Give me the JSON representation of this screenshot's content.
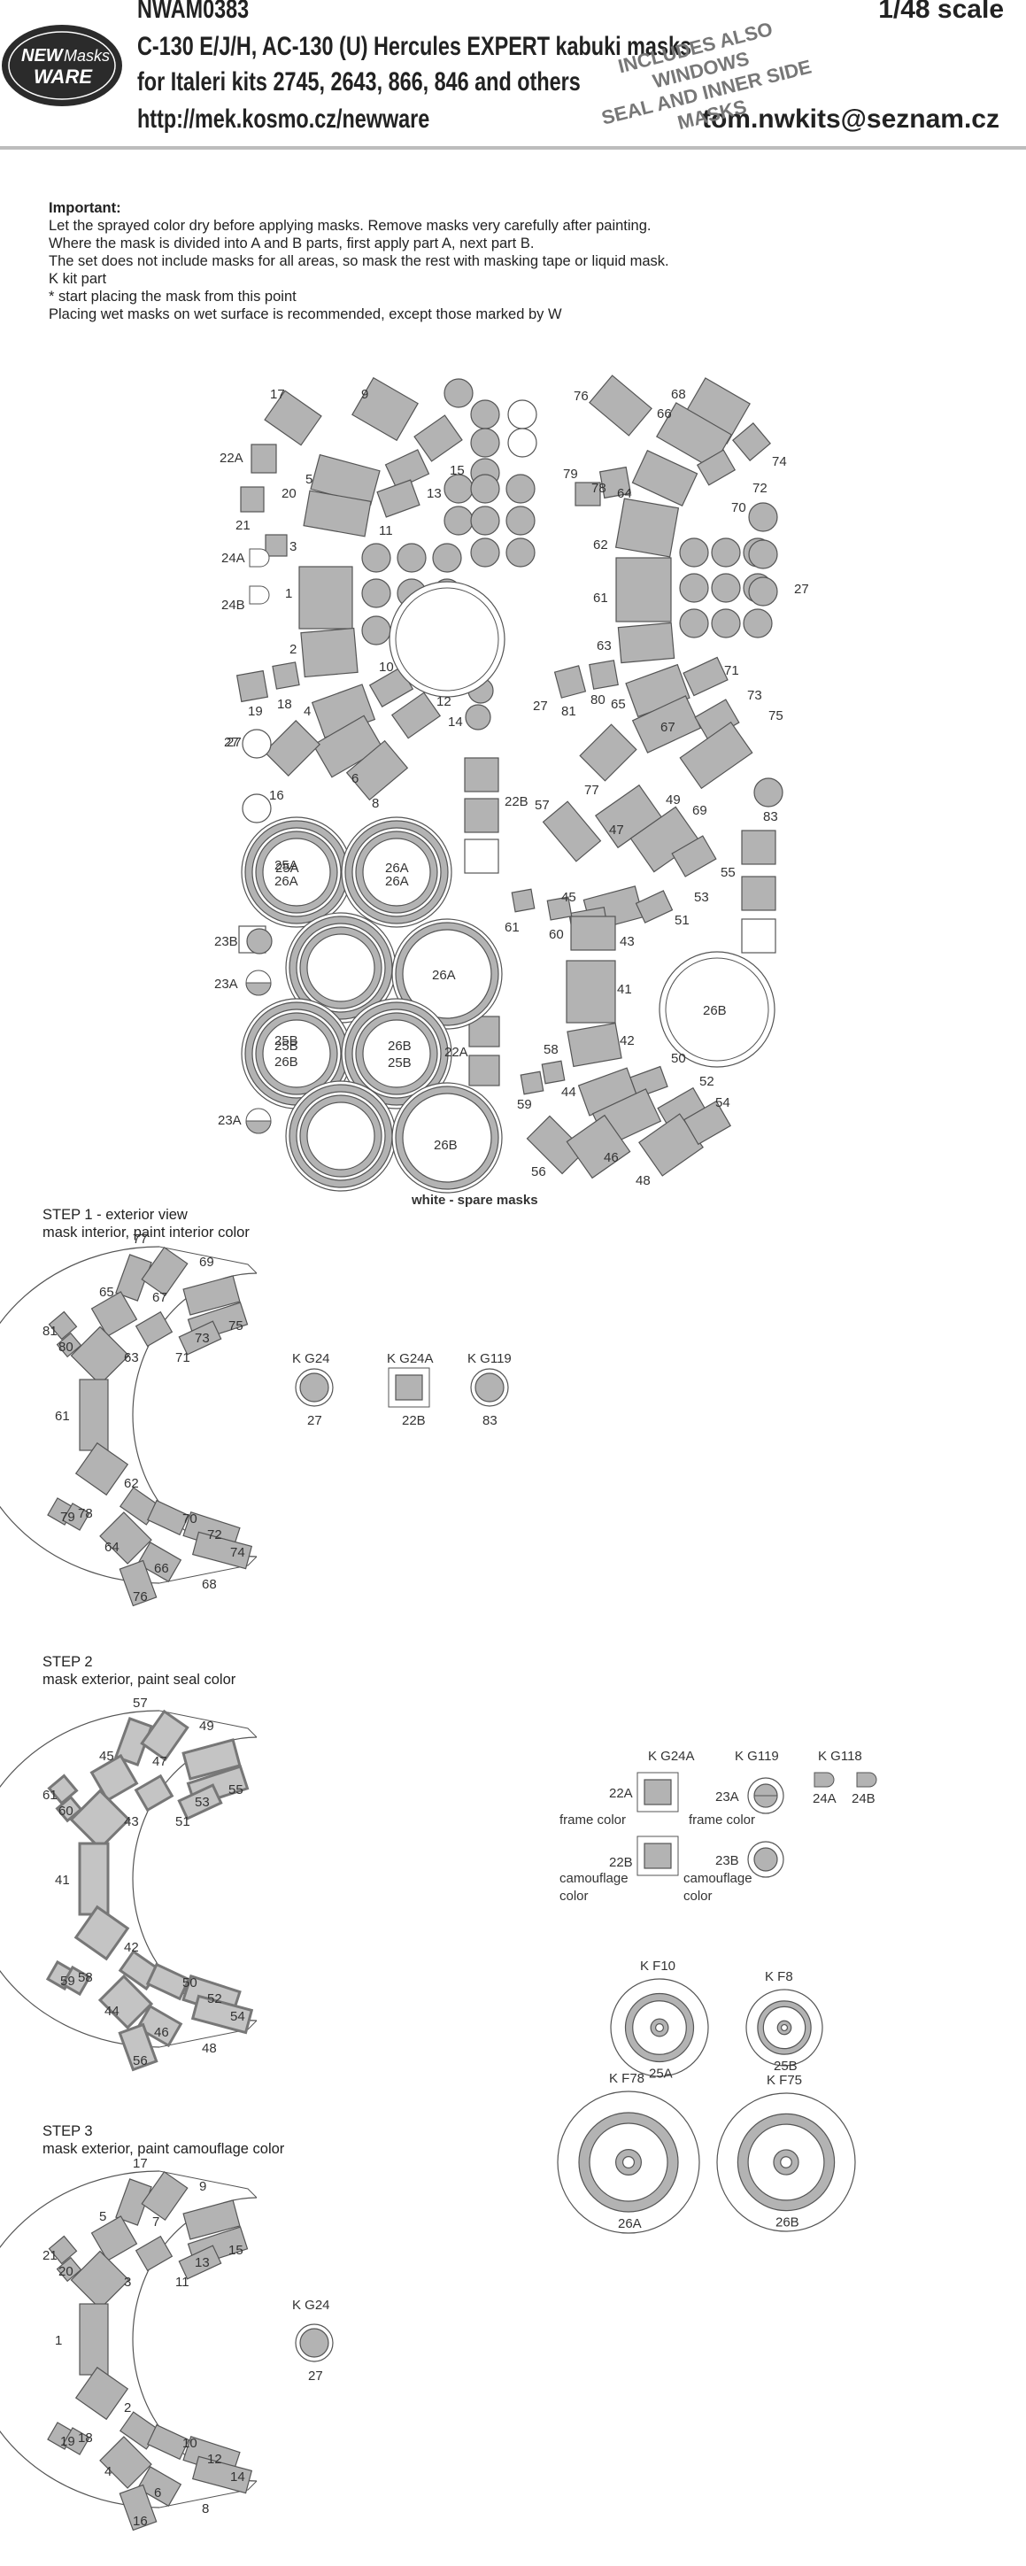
{
  "header": {
    "code": "NWAM0383",
    "scale": "1/48 scale",
    "title_line1": "C-130 E/J/H, AC-130 (U) Hercules EXPERT kabuki masks",
    "title_line2": "for Italeri kits 2745, 2643, 866, 846 and others",
    "url": "http://mek.kosmo.cz/newware",
    "email": "tom.nwkits@seznam.cz",
    "stamp_line1": "INCLUDES ALSO WINDOWS",
    "stamp_line2": "SEAL AND INNER SIDE MASKS",
    "logo_line1": "NEW",
    "logo_line2": "Masks",
    "logo_line3": "WARE"
  },
  "notes": {
    "heading": "Important:",
    "lines": [
      "Let the sprayed color dry before applying masks. Remove masks very carefully after painting.",
      "Where the mask is divided into A and B parts, first apply part A, next part B.",
      "The set does not include masks for all areas, so mask the rest with masking tape or liquid mask.",
      "K kit part",
      "*  start placing the mask from this point",
      "Placing wet masks on wet surface is recommended, except those marked by W"
    ]
  },
  "sheet": {
    "spare_caption": "white - spare masks",
    "labels": [
      "17",
      "9",
      "22A",
      "5",
      "20",
      "15",
      "13",
      "11",
      "21",
      "3",
      "24A",
      "24B",
      "1",
      "2",
      "10",
      "19",
      "18",
      "4",
      "12",
      "14",
      "27",
      "6",
      "8",
      "16",
      "22B",
      "25A",
      "26A",
      "26A",
      "23B",
      "23A",
      "26A",
      "25B",
      "26B",
      "22A",
      "23A",
      "26B",
      "76",
      "68",
      "66",
      "74",
      "72",
      "79",
      "78",
      "64",
      "70",
      "62",
      "61",
      "63",
      "81",
      "80",
      "65",
      "71",
      "73",
      "75",
      "67",
      "57",
      "77",
      "49",
      "69",
      "83",
      "47",
      "55",
      "45",
      "53",
      "61",
      "60",
      "51",
      "43",
      "41",
      "26B",
      "58",
      "42",
      "50",
      "59",
      "44",
      "52",
      "54",
      "56",
      "46",
      "48",
      "27",
      "27",
      "27",
      "25A",
      "26A",
      "25B",
      "26B",
      "25B",
      "26B"
    ]
  },
  "step1": {
    "title": "STEP 1 - exterior view",
    "subtitle": "mask interior, paint interior color",
    "labels": [
      "77",
      "69",
      "67",
      "65",
      "75",
      "73",
      "71",
      "81",
      "80",
      "63",
      "61",
      "62",
      "70",
      "72",
      "74",
      "79",
      "78",
      "64",
      "66",
      "68",
      "76"
    ],
    "kits": [
      {
        "kit": "K G24",
        "part": "27"
      },
      {
        "kit": "K G24A",
        "part": "22B"
      },
      {
        "kit": "K G119",
        "part": "83"
      }
    ]
  },
  "step2": {
    "title": "STEP 2",
    "subtitle": "mask exterior, paint seal color",
    "labels": [
      "57",
      "49",
      "47",
      "45",
      "55",
      "53",
      "51",
      "61",
      "60",
      "43",
      "41",
      "42",
      "50",
      "52",
      "54",
      "59",
      "58",
      "44",
      "46",
      "48",
      "56"
    ],
    "kit_g24a": "K G24A",
    "kit_g119": "K G119",
    "kit_g118": "K G118",
    "p22a": "22A",
    "p22b": "22B",
    "p23a": "23A",
    "p23b": "23B",
    "p24a": "24A",
    "p24b": "24B",
    "frame_color": "frame color",
    "camouflage": "camouflage",
    "color": "color",
    "wheels": [
      {
        "kit": "K F10",
        "part": "25A"
      },
      {
        "kit": "K F8",
        "part": "25B"
      },
      {
        "kit": "K F78",
        "part": "26A"
      },
      {
        "kit": "K F75",
        "part": "26B"
      }
    ]
  },
  "step3": {
    "title": "STEP 3",
    "subtitle": "mask exterior, paint camouflage color",
    "labels": [
      "17",
      "9",
      "7",
      "5",
      "15",
      "13",
      "11",
      "21",
      "20",
      "3",
      "1",
      "2",
      "10",
      "12",
      "14",
      "19",
      "18",
      "4",
      "6",
      "8",
      "16"
    ],
    "kit": "K G24",
    "part": "27"
  },
  "colors": {
    "mask_fill": "#b3b3b3",
    "stroke": "#555555",
    "header_rule": "#bdbdbd"
  }
}
